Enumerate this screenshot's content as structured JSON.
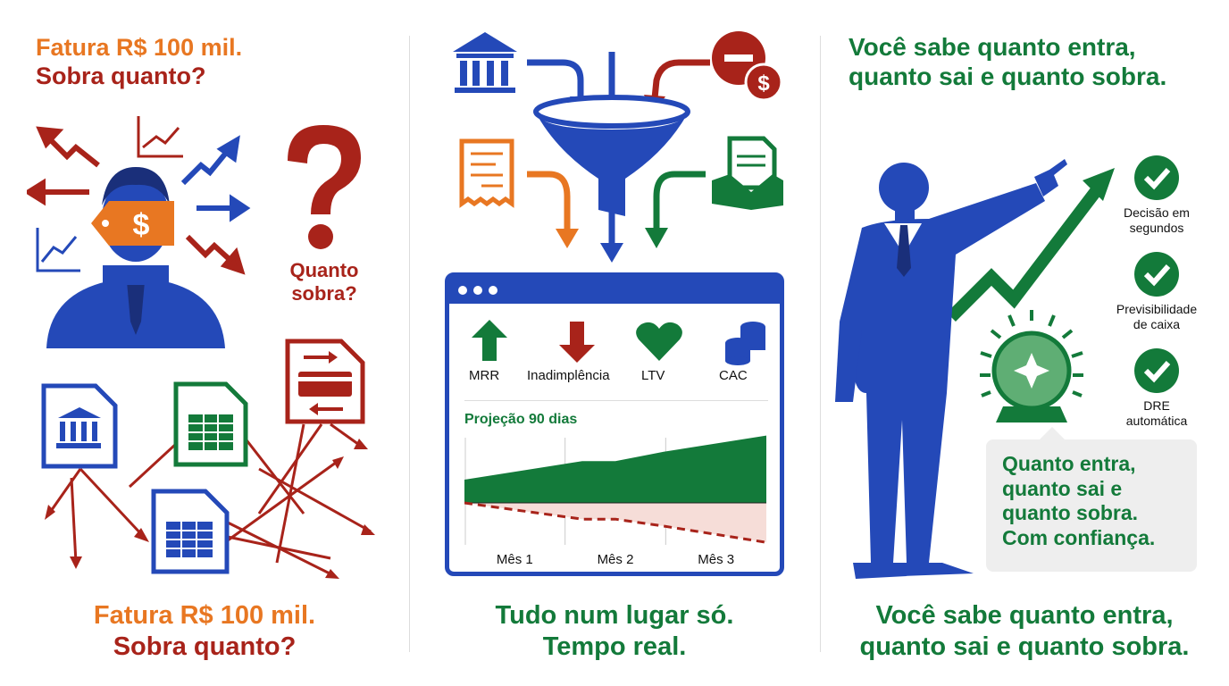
{
  "colors": {
    "orange": "#e87722",
    "dark_red": "#a8231a",
    "blue": "#2449b8",
    "green": "#137a3a",
    "pink": "#f6ddd8"
  },
  "panel1": {
    "title_line1": "Fatura R$ 100 mil.",
    "title_line2": "Sobra quanto?",
    "question_label_line1": "Quanto",
    "question_label_line2": "sobra?",
    "price_tag_symbol": "$",
    "caption_line1": "Fatura R$ 100 mil.",
    "caption_line2": "Sobra quanto?",
    "icons": [
      "businessman-icon",
      "price-tag-icon",
      "question-mark-icon",
      "bank-document-icon",
      "spreadsheet-icon",
      "credit-card-document-icon",
      "chaotic-arrows-icon"
    ]
  },
  "panel2": {
    "icons": [
      "bank-icon",
      "funnel-icon",
      "expense-coin-icon",
      "receipt-icon",
      "handshake-contract-icon"
    ],
    "coin_symbol": "$",
    "dashboard": {
      "metrics": [
        {
          "label": "MRR",
          "icon": "arrow-up-icon"
        },
        {
          "label": "Inadimplência",
          "icon": "arrow-down-icon"
        },
        {
          "label": "LTV",
          "icon": "heart-icon"
        },
        {
          "label": "CAC",
          "icon": "coins-icon"
        }
      ],
      "chart_title": "Projeção 90 dias"
    },
    "caption_line1": "Tudo num lugar só.",
    "caption_line2": "Tempo real."
  },
  "chart_data": {
    "type": "area",
    "title": "Projeção 90 dias",
    "categories": [
      "Mês 1",
      "Mês 2",
      "Mês 3"
    ],
    "series": [
      {
        "values": [
          1.0,
          1.8,
          1.8,
          2.2,
          2.9
        ],
        "color": "#137a3a"
      },
      {
        "values": [
          0,
          -0.7,
          -0.7,
          -1.0,
          -1.7
        ],
        "color": "#a8231a",
        "style": "dashed"
      }
    ],
    "grid": true
  },
  "panel3": {
    "title_line1": "Você sabe quanto entra,",
    "title_line2": "quanto sai e quanto sobra.",
    "badges": [
      {
        "line1": "Decisão em",
        "line2": "segundos"
      },
      {
        "line1": "Previsibilidade",
        "line2": "de caixa"
      },
      {
        "line1": "DRE",
        "line2": "automática"
      }
    ],
    "bubble": [
      "Quanto entra,",
      "quanto sai e",
      "quanto sobra.",
      "Com confiança."
    ],
    "caption_line1": "Você sabe quanto entra,",
    "caption_line2": "quanto sai e quanto sobra.",
    "icons": [
      "businessman-pointing-icon",
      "growth-arrow-icon",
      "crystal-ball-icon",
      "check-badge-icon"
    ]
  }
}
